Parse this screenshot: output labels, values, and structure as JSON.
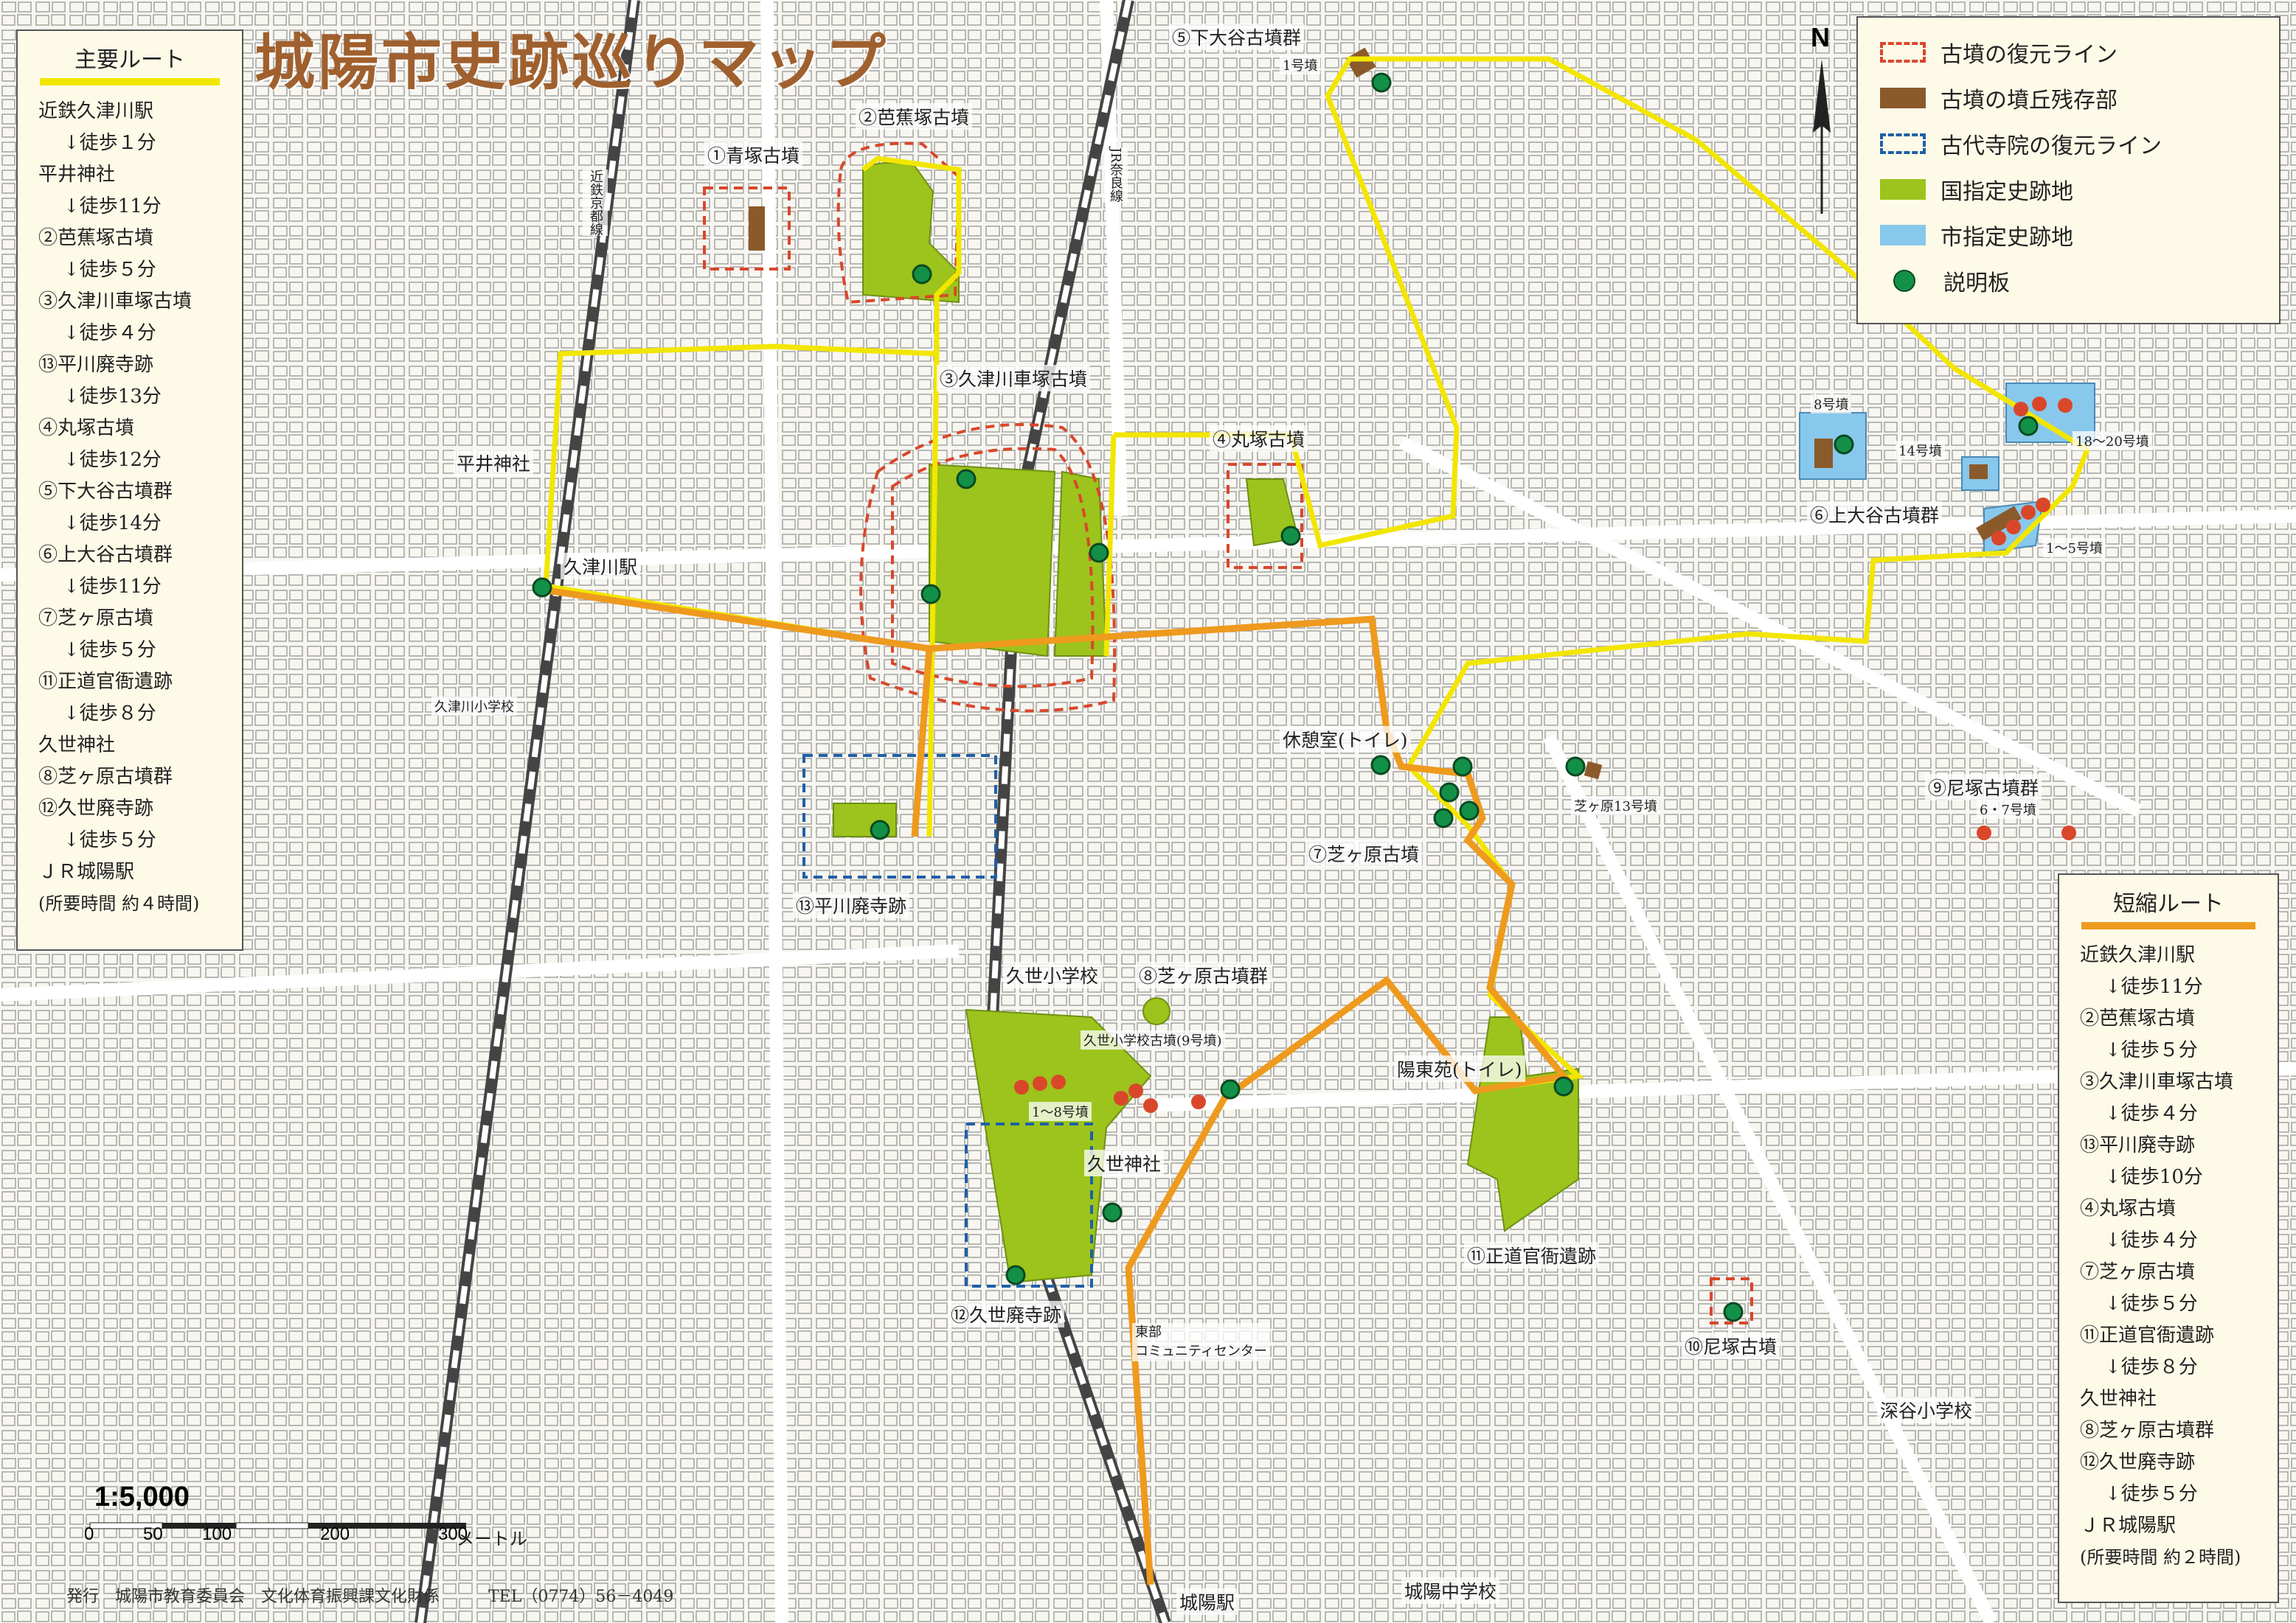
{
  "title": "城陽市史跡巡りマップ",
  "north_label": "N",
  "legend": {
    "items": [
      {
        "label": "古墳の復元ライン",
        "style": "dashed",
        "color": "#d9472b"
      },
      {
        "label": "古墳の墳丘残存部",
        "style": "fill",
        "color": "#8b5a2b"
      },
      {
        "label": "古代寺院の復元ライン",
        "style": "dashed",
        "color": "#1f5fa8"
      },
      {
        "label": "国指定史跡地",
        "style": "fill",
        "color": "#9cc41c"
      },
      {
        "label": "市指定史跡地",
        "style": "fill",
        "color": "#88c8ec"
      },
      {
        "label": "説明板",
        "style": "dot",
        "color": "#139048"
      }
    ]
  },
  "main_route": {
    "title": "主要ルート",
    "color": "#f2e600",
    "steps": [
      {
        "text": "近鉄久津川駅",
        "type": "stop"
      },
      {
        "text": "↓徒歩１分",
        "type": "walk"
      },
      {
        "text": "平井神社",
        "type": "stop"
      },
      {
        "text": "↓徒歩11分",
        "type": "walk"
      },
      {
        "text": "②芭蕉塚古墳",
        "type": "stop"
      },
      {
        "text": "↓徒歩５分",
        "type": "walk"
      },
      {
        "text": "③久津川車塚古墳",
        "type": "stop"
      },
      {
        "text": "↓徒歩４分",
        "type": "walk"
      },
      {
        "text": "⑬平川廃寺跡",
        "type": "stop"
      },
      {
        "text": "↓徒歩13分",
        "type": "walk"
      },
      {
        "text": "④丸塚古墳",
        "type": "stop"
      },
      {
        "text": "↓徒歩12分",
        "type": "walk"
      },
      {
        "text": "⑤下大谷古墳群",
        "type": "stop"
      },
      {
        "text": "↓徒歩14分",
        "type": "walk"
      },
      {
        "text": "⑥上大谷古墳群",
        "type": "stop"
      },
      {
        "text": "↓徒歩11分",
        "type": "walk"
      },
      {
        "text": "⑦芝ヶ原古墳",
        "type": "stop"
      },
      {
        "text": "↓徒歩５分",
        "type": "walk"
      },
      {
        "text": "⑪正道官衙遺跡",
        "type": "stop"
      },
      {
        "text": "↓徒歩８分",
        "type": "walk"
      },
      {
        "text": "久世神社",
        "type": "stop"
      },
      {
        "text": "⑧芝ヶ原古墳群",
        "type": "stop"
      },
      {
        "text": "⑫久世廃寺跡",
        "type": "stop"
      },
      {
        "text": "↓徒歩５分",
        "type": "walk"
      },
      {
        "text": "ＪＲ城陽駅",
        "type": "stop"
      },
      {
        "text": "(所要時間 約４時間)",
        "type": "note"
      }
    ]
  },
  "short_route": {
    "title": "短縮ルート",
    "color": "#ee9a1e",
    "steps": [
      {
        "text": "近鉄久津川駅",
        "type": "stop"
      },
      {
        "text": "↓徒歩11分",
        "type": "walk"
      },
      {
        "text": "②芭蕉塚古墳",
        "type": "stop"
      },
      {
        "text": "↓徒歩５分",
        "type": "walk"
      },
      {
        "text": "③久津川車塚古墳",
        "type": "stop"
      },
      {
        "text": "↓徒歩４分",
        "type": "walk"
      },
      {
        "text": "⑬平川廃寺跡",
        "type": "stop"
      },
      {
        "text": "↓徒歩10分",
        "type": "walk"
      },
      {
        "text": "④丸塚古墳",
        "type": "stop"
      },
      {
        "text": "↓徒歩４分",
        "type": "walk"
      },
      {
        "text": "⑦芝ヶ原古墳",
        "type": "stop"
      },
      {
        "text": "↓徒歩５分",
        "type": "walk"
      },
      {
        "text": "⑪正道官衙遺跡",
        "type": "stop"
      },
      {
        "text": "↓徒歩８分",
        "type": "walk"
      },
      {
        "text": "久世神社",
        "type": "stop"
      },
      {
        "text": "⑧芝ヶ原古墳群",
        "type": "stop"
      },
      {
        "text": "⑫久世廃寺跡",
        "type": "stop"
      },
      {
        "text": "↓徒歩５分",
        "type": "walk"
      },
      {
        "text": "ＪＲ城陽駅",
        "type": "stop"
      },
      {
        "text": "(所要時間 約２時間)",
        "type": "note"
      }
    ]
  },
  "sites": {
    "aozuka": "①青塚古墳",
    "bashozuka": "②芭蕉塚古墳",
    "kurumazuka": "③久津川車塚古墳",
    "marutsuka": "④丸塚古墳",
    "shimo_otani": "⑤下大谷古墳群",
    "shimo_otani_no": "1号墳",
    "kami_otani": "⑥上大谷古墳群",
    "kami_8": "8号墳",
    "kami_14": "14号墳",
    "kami_18_20": "18～20号墳",
    "kami_1_5": "1～5号墳",
    "shibagahara": "⑦芝ヶ原古墳",
    "shibagahara_13": "芝ヶ原13号墳",
    "shibagahara_gun": "⑧芝ヶ原古墳群",
    "shibagahara_1_8": "1～8号墳",
    "amazuka_gun": "⑨尼塚古墳群",
    "amazuka_67": "6・7号墳",
    "amazuka": "⑩尼塚古墳",
    "shodo": "⑪正道官衙遺跡",
    "kuze_haiji": "⑫久世廃寺跡",
    "hirakawa_haiji": "⑬平川廃寺跡"
  },
  "places": {
    "kutsukawa_station": "久津川駅",
    "joyo_station": "城陽駅",
    "hirai_shrine": "平井神社",
    "kuze_shrine": "久世神社",
    "kutsukawa_school": "久津川小学校",
    "kuze_school": "久世小学校",
    "kuze_school_kofun": "久世小学校古墳(9号墳)",
    "kyuukeishitsu": "休憩室(トイレ)",
    "youtouen": "陽東苑(トイレ)",
    "community_center": "東部\nコミュニティセンター",
    "fukaya_school": "深谷小学校",
    "joyo_jhs": "城陽中学校",
    "kintetsu_line": "近鉄京都線",
    "jr_line": "JR奈良線"
  },
  "scale": {
    "ratio": "1:5,000",
    "ticks": [
      "0",
      "50",
      "100",
      "200",
      "300"
    ],
    "unit": "メートル"
  },
  "footer": "発行　城陽市教育委員会　文化体育振興課文化財係　　　TEL（0774）56－4049"
}
